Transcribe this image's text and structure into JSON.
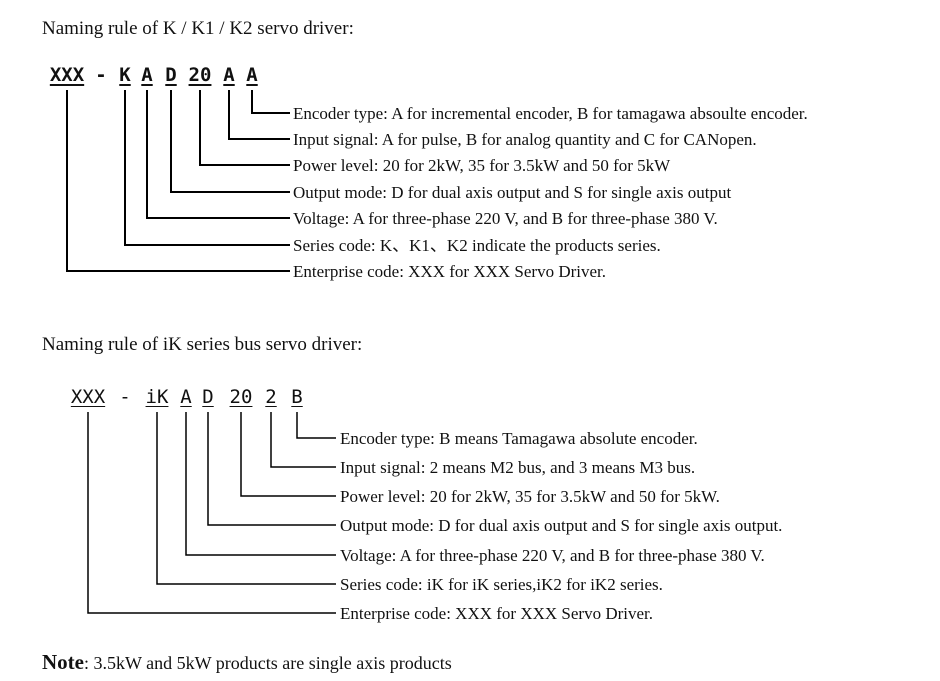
{
  "section1": {
    "heading": "Naming rule of K / K1 / K2 servo driver:",
    "code_parts": [
      "XXX",
      "-",
      "K",
      "A",
      "D",
      "20",
      "A",
      "A"
    ],
    "descriptions": [
      "Encoder type: A for incremental encoder, B for tamagawa absoulte encoder.",
      "Input signal: A for pulse, B for analog quantity and C for CANopen.",
      "Power level: 20 for 2kW, 35 for 3.5kW and 50 for 5kW",
      "Output mode: D for dual axis output and S for single axis output",
      "Voltage: A for three-phase 220 V, and B for three-phase 380 V.",
      "Series code: K、K1、K2 indicate the products series.",
      "Enterprise code: XXX for XXX Servo Driver."
    ]
  },
  "section2": {
    "heading": "Naming rule of iK series bus servo driver:",
    "code_parts": [
      "XXX",
      "-",
      "iK",
      "A",
      "D",
      "20",
      "2",
      "B"
    ],
    "descriptions": [
      "Encoder type: B means Tamagawa absolute encoder.",
      "Input signal: 2 means M2 bus, and 3 means M3 bus.",
      "Power level: 20 for 2kW, 35 for 3.5kW and 50 for 5kW.",
      "Output mode: D for dual axis output and S for single axis output.",
      "Voltage: A for three-phase 220 V, and B for three-phase 380 V.",
      "Series code: iK for iK series,iK2 for iK2 series.",
      "Enterprise code: XXX for XXX Servo Driver."
    ]
  },
  "note": {
    "label": "Note",
    "text": ": 3.5kW and 5kW products are single axis products"
  }
}
